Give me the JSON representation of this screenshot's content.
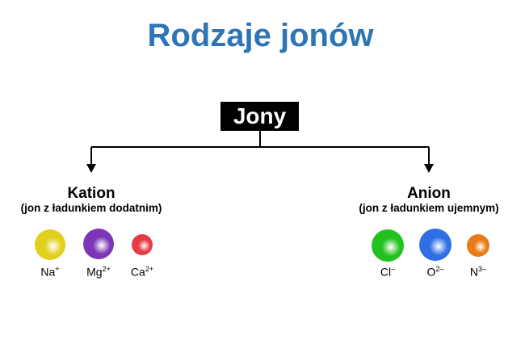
{
  "title": "Rodzaje jonów",
  "root": "Jony",
  "branches": [
    {
      "label": "Kation",
      "description": "(jon z ładunkiem dodatnim)",
      "ions": [
        {
          "symbol": "Na",
          "charge": "+",
          "color": "#e2cf1a"
        },
        {
          "symbol": "Mg",
          "charge": "2+",
          "color": "#7b35b5"
        },
        {
          "symbol": "Ca",
          "charge": "2+",
          "color": "#e63a45"
        }
      ]
    },
    {
      "label": "Anion",
      "description": "(jon z ładunkiem ujemnym)",
      "ions": [
        {
          "symbol": "Cl",
          "charge": "–",
          "color": "#22c21e"
        },
        {
          "symbol": "O",
          "charge": "2–",
          "color": "#2e6ee6"
        },
        {
          "symbol": "N",
          "charge": "3–",
          "color": "#e87a18"
        }
      ]
    }
  ]
}
